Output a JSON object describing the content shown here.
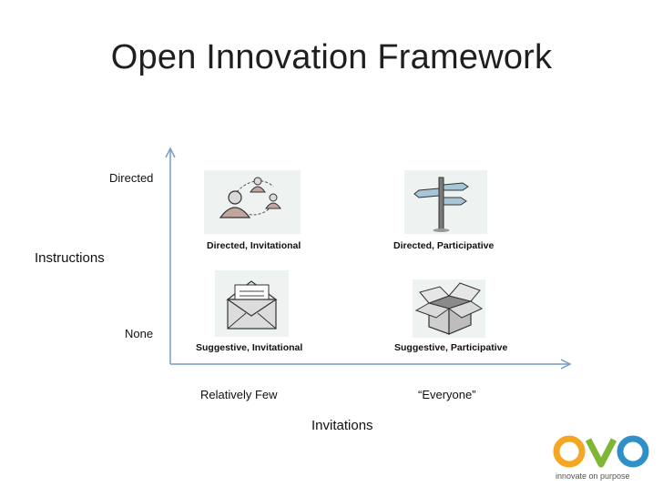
{
  "title": "Open Innovation Framework",
  "y_axis": {
    "label": "Instructions",
    "high": "Directed",
    "low": "None"
  },
  "x_axis": {
    "label": "Invitations",
    "low": "Relatively Few",
    "high": "“Everyone”"
  },
  "quadrants": {
    "top_left": {
      "label": "Directed, Invitational",
      "icon": "people-network-icon"
    },
    "top_right": {
      "label": "Directed, Participative",
      "icon": "signpost-icon"
    },
    "bottom_left": {
      "label": "Suggestive, Invitational",
      "icon": "envelope-letter-icon"
    },
    "bottom_right": {
      "label": "Suggestive, Participative",
      "icon": "open-box-icon"
    }
  },
  "logo": {
    "tagline": "innovate on purpose",
    "colors": {
      "o1": "#f5a623",
      "v": "#7fb636",
      "o2": "#2e8fc9"
    }
  }
}
